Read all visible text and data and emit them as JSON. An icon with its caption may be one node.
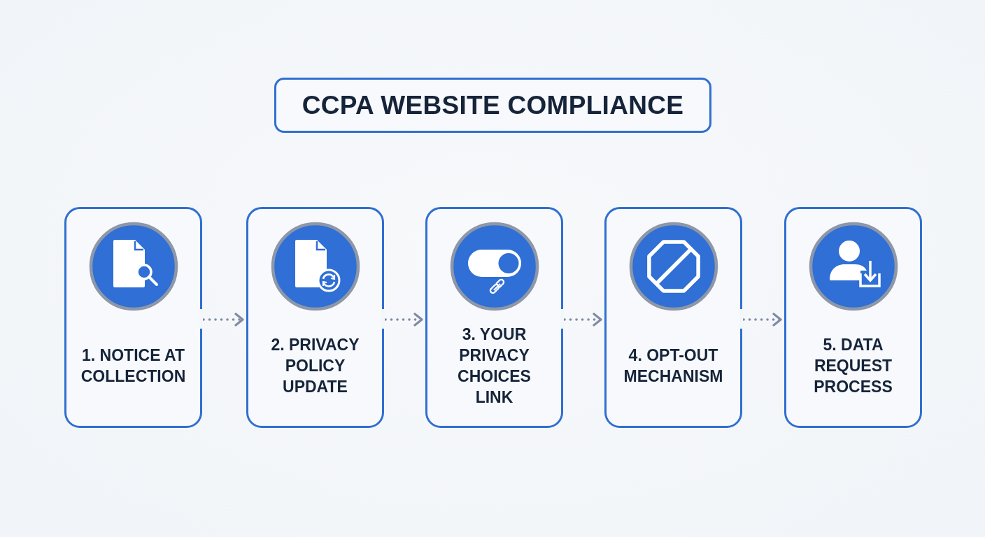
{
  "diagram": {
    "title": "CCPA WEBSITE COMPLIANCE",
    "nodes": [
      {
        "text": [
          "1. NOTICE AT COLLECTION"
        ]
      },
      {
        "text": [
          "2. PRIVACY POLICY UPDATE"
        ]
      },
      {
        "text": [
          "3. YOUR PRIVACY CHOICES LINK"
        ]
      },
      {
        "text": [
          "4. OPT-OUT MECHANISM"
        ]
      },
      {
        "text": [
          "5. DATA REQUEST PROCESS"
        ]
      }
    ],
    "edges": [
      {
        "from": 0,
        "to": 1,
        "arrow": "to",
        "style": "dashed"
      },
      {
        "from": 1,
        "to": 2,
        "arrow": "to",
        "style": "dashed"
      },
      {
        "from": 2,
        "to": 3,
        "arrow": "to",
        "style": "dashed"
      },
      {
        "from": 3,
        "to": 4,
        "arrow": "to",
        "style": "dashed"
      }
    ]
  }
}
